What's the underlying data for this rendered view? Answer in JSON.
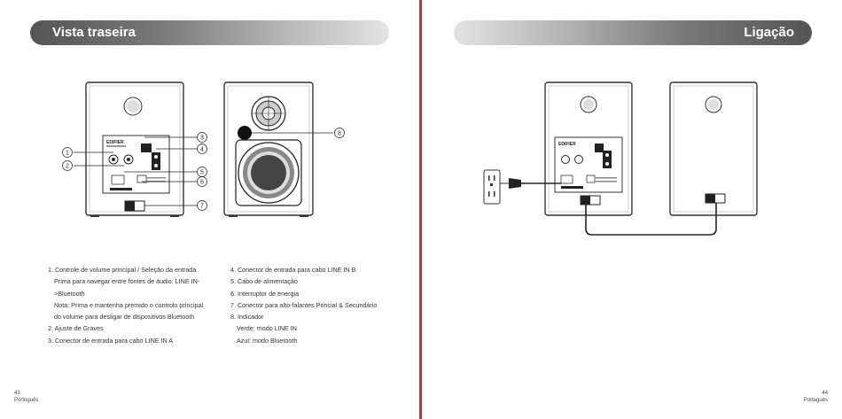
{
  "left_page": {
    "title": "Vista traseira",
    "legend_col1": [
      "1. Controle de volume principal / Seleção da entrada",
      "Prima para navegar entre fontes de áudio: LINE IN-",
      ">Bluetooth",
      "Nota: Prima e mantenha premido o controlo principal",
      "do volume para desligar de dispositivos Bluetooth",
      "2. Ajuste de Graves",
      "3. Conector de entrada para cabo LINE IN A"
    ],
    "legend_col2": [
      "4. Conector de entrada para cabo LINE IN B",
      "5. Cabo de alimentação",
      "6. Interruptor de energia",
      "7. Conector para alto-falantes Princial & Secundário",
      "8.  Indicador",
      "Verde: modo LINE IN",
      "Azul: modo Bluetooth"
    ],
    "callouts": [
      "①",
      "②",
      "③",
      "④",
      "⑤",
      "⑥",
      "⑦",
      "⑧"
    ],
    "page_number": "43",
    "page_language": "Português"
  },
  "right_page": {
    "title": "Ligação",
    "page_number": "44",
    "page_language": "Português"
  },
  "panel_text": {
    "brand": "EDIFIER",
    "brand_small": "EDIFIER"
  }
}
